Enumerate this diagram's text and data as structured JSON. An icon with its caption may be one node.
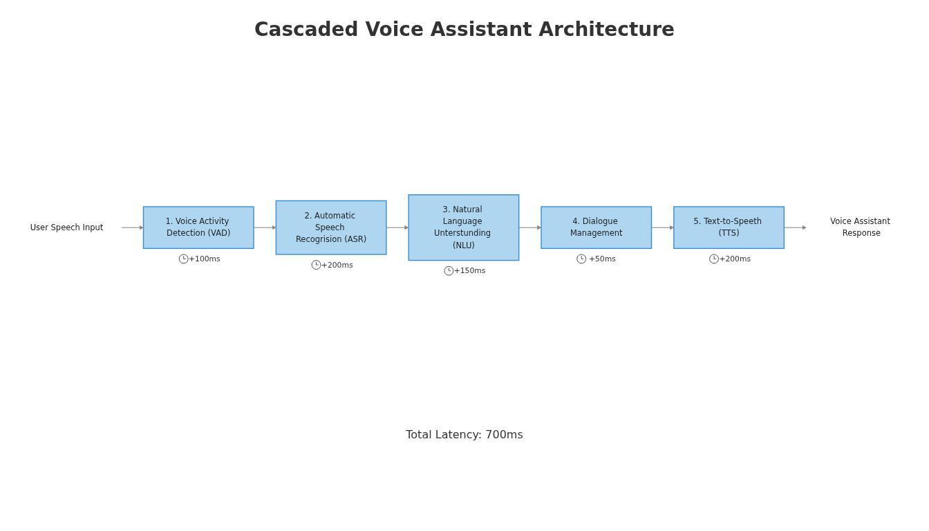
{
  "diagram": {
    "title": "Cascaded Voice Assistant Architecture",
    "nodes": [
      {
        "text": [
          "User Speech Input"
        ]
      },
      {
        "text": [
          "1. Voice Activity Detection (VAD)"
        ],
        "beside": [
          "+100ms"
        ]
      },
      {
        "text": [
          "2. Automatic Speech Recogrision (ASR)"
        ],
        "beside": [
          "+200ms"
        ]
      },
      {
        "text": [
          "3. Natural Language Unterstunding (NLU)"
        ],
        "beside": [
          "+150ms"
        ]
      },
      {
        "text": [
          "4. Dialogue Management"
        ],
        "beside": [
          "+50ms"
        ]
      },
      {
        "text": [
          "5. Text-to-Speeth (TTS)"
        ],
        "beside": [
          "+200ms"
        ]
      },
      {
        "text": [
          "Voice Assistant Response"
        ]
      }
    ],
    "edges": [
      {
        "from": 0,
        "to": 1,
        "arrow": "to"
      },
      {
        "from": 1,
        "to": 2,
        "arrow": "to"
      },
      {
        "from": 2,
        "to": 3,
        "arrow": "to"
      },
      {
        "from": 3,
        "to": 4,
        "arrow": "to"
      },
      {
        "from": 4,
        "to": 5,
        "arrow": "to"
      },
      {
        "from": 5,
        "to": 6,
        "arrow": "to"
      }
    ],
    "labels": [
      "Total Latency: 700ms"
    ]
  }
}
